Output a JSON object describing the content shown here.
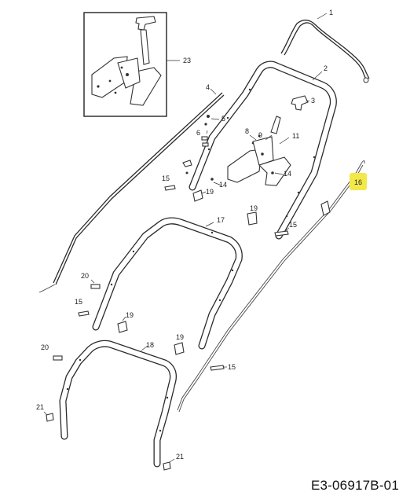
{
  "document_code": "E3-06917B-01",
  "highlight_color": "#f2e84a",
  "callouts": {
    "p1": "1",
    "p2": "2",
    "p3": "3",
    "p4": "4",
    "p5": "5",
    "p6": "6",
    "p8": "8",
    "p9": "9",
    "p11": "11",
    "p14a": "14",
    "p14b": "14",
    "p15a": "15",
    "p15b": "15",
    "p15c": "15",
    "p15d": "15",
    "p16": "16",
    "p17": "17",
    "p18": "18",
    "p19a": "19",
    "p19b": "19",
    "p19c": "19",
    "p19d": "19",
    "p20a": "20",
    "p20b": "20",
    "p21a": "21",
    "p21b": "21",
    "p23": "23"
  }
}
